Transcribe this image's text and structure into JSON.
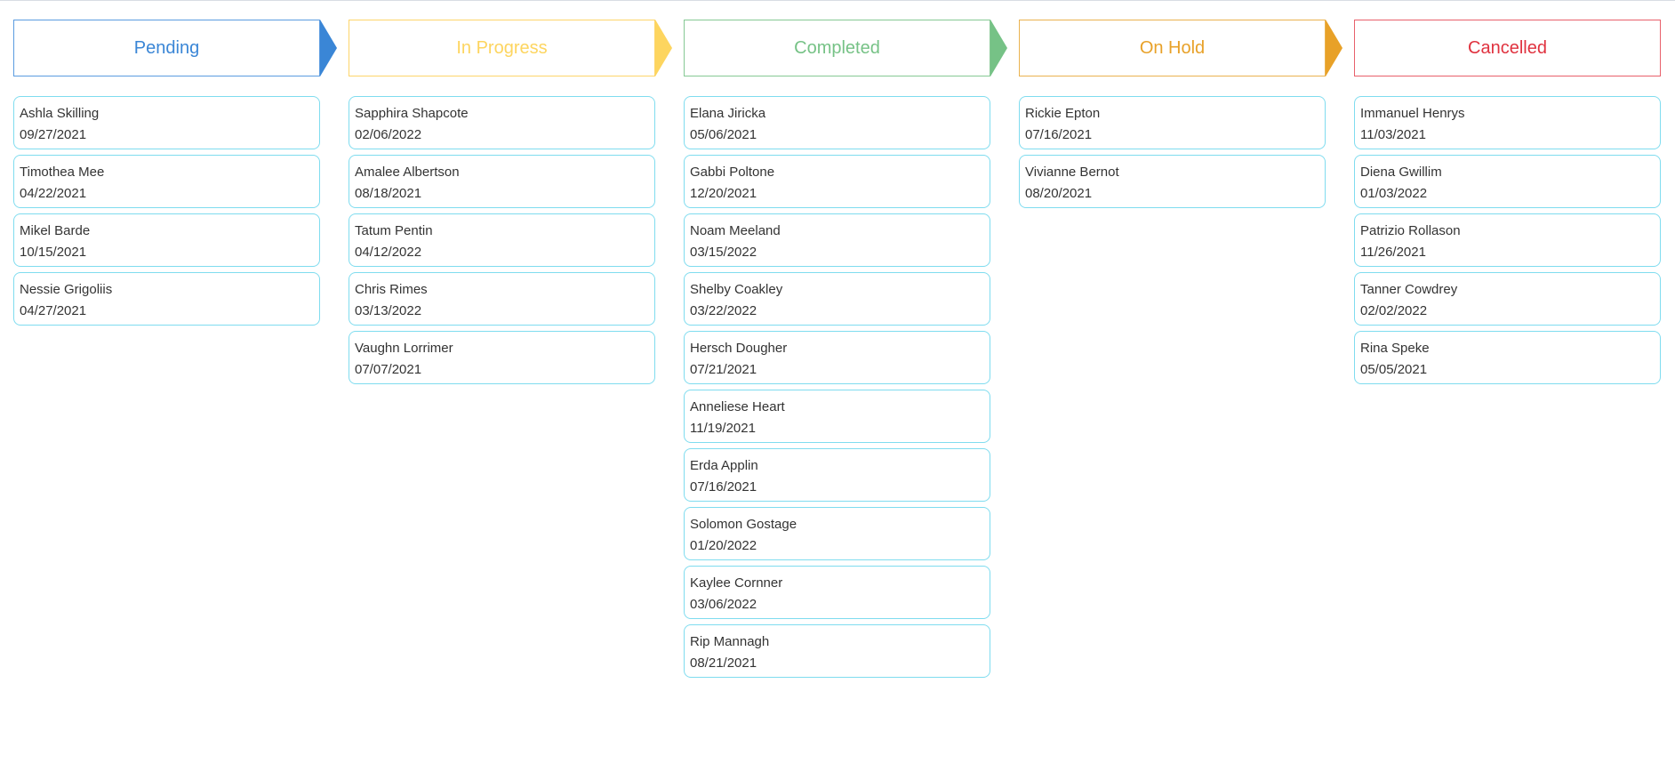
{
  "columns": [
    {
      "title": "Pending",
      "color": "#3a86d6",
      "border": "#5b9be0",
      "arrow": true,
      "cards": [
        {
          "name": "Ashla Skilling",
          "date": "09/27/2021"
        },
        {
          "name": "Timothea Mee",
          "date": "04/22/2021"
        },
        {
          "name": "Mikel Barde",
          "date": "10/15/2021"
        },
        {
          "name": "Nessie Grigoliis",
          "date": "04/27/2021"
        }
      ]
    },
    {
      "title": "In Progress",
      "color": "#fdd55f",
      "border": "#fdd56a",
      "arrow": true,
      "cards": [
        {
          "name": "Sapphira Shapcote",
          "date": "02/06/2022"
        },
        {
          "name": "Amalee Albertson",
          "date": "08/18/2021"
        },
        {
          "name": "Tatum Pentin",
          "date": "04/12/2022"
        },
        {
          "name": "Chris Rimes",
          "date": "03/13/2022"
        },
        {
          "name": "Vaughn Lorrimer",
          "date": "07/07/2021"
        }
      ]
    },
    {
      "title": "Completed",
      "color": "#76c286",
      "border": "#86c994",
      "arrow": true,
      "cards": [
        {
          "name": "Elana Jiricka",
          "date": "05/06/2021"
        },
        {
          "name": "Gabbi Poltone",
          "date": "12/20/2021"
        },
        {
          "name": "Noam Meeland",
          "date": "03/15/2022"
        },
        {
          "name": "Shelby Coakley",
          "date": "03/22/2022"
        },
        {
          "name": "Hersch Dougher",
          "date": "07/21/2021"
        },
        {
          "name": "Anneliese Heart",
          "date": "11/19/2021"
        },
        {
          "name": "Erda Applin",
          "date": "07/16/2021"
        },
        {
          "name": "Solomon Gostage",
          "date": "01/20/2022"
        },
        {
          "name": "Kaylee Cornner",
          "date": "03/06/2022"
        },
        {
          "name": "Rip Mannagh",
          "date": "08/21/2021"
        }
      ]
    },
    {
      "title": "On Hold",
      "color": "#e8a128",
      "border": "#eab24f",
      "arrow": true,
      "cards": [
        {
          "name": "Rickie Epton",
          "date": "07/16/2021"
        },
        {
          "name": "Vivianne Bernot",
          "date": "08/20/2021"
        }
      ]
    },
    {
      "title": "Cancelled",
      "color": "#e0323f",
      "border": "#e8606b",
      "arrow": false,
      "cards": [
        {
          "name": "Immanuel Henrys",
          "date": "11/03/2021"
        },
        {
          "name": "Diena Gwillim",
          "date": "01/03/2022"
        },
        {
          "name": "Patrizio Rollason",
          "date": "11/26/2021"
        },
        {
          "name": "Tanner Cowdrey",
          "date": "02/02/2022"
        },
        {
          "name": "Rina Speke",
          "date": "05/05/2021"
        }
      ]
    }
  ],
  "card_border_color": "#7fdcef"
}
